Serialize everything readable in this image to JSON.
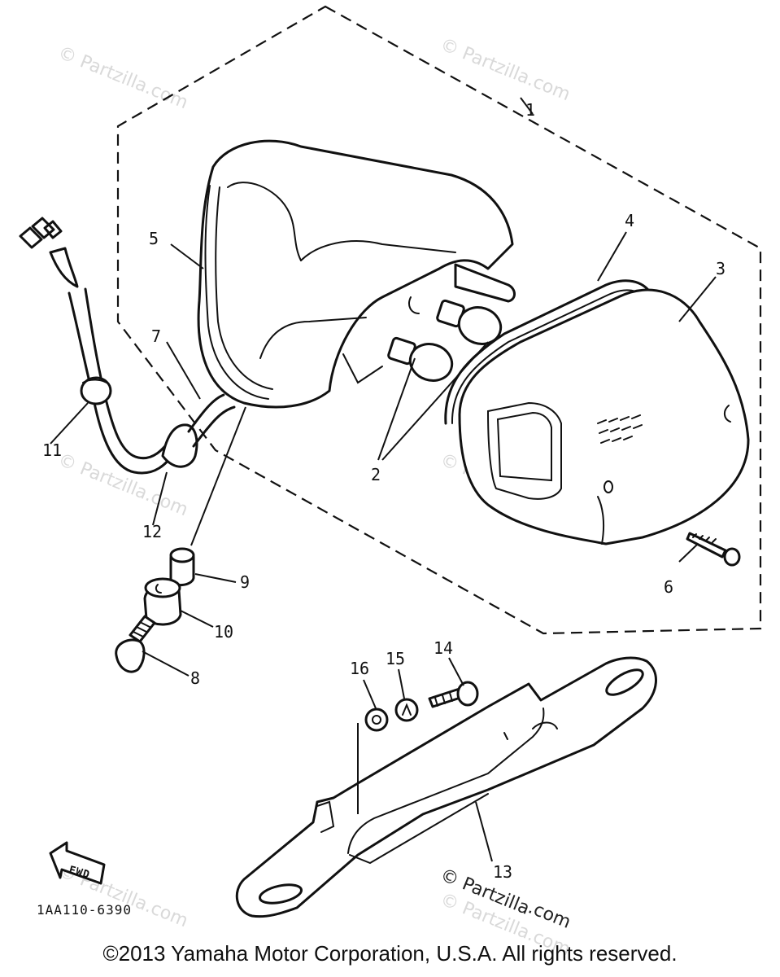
{
  "callouts": {
    "c1": "1",
    "c2": "2",
    "c3": "3",
    "c4": "4",
    "c5": "5",
    "c6": "6",
    "c7": "7",
    "c8": "8",
    "c9": "9",
    "c10": "10",
    "c11": "11",
    "c12": "12",
    "c13": "13",
    "c14": "14",
    "c15": "15",
    "c16": "16"
  },
  "fwd_label": "FWD",
  "diagram_code": "1AA110-6390",
  "watermarks": {
    "w1": "© Partzilla.com",
    "w2": "© Partzilla.com",
    "w3": "© Partzilla.com",
    "w4": "© Partzilla.com",
    "w5": "© Partzilla.com",
    "w6": "© Partzilla.com"
  },
  "bottom_watermark": {
    "line1": "© Partzilla",
    "line2": ".com"
  },
  "copyright": "©2013 Yamaha Motor Corporation, U.S.A. All rights reserved."
}
